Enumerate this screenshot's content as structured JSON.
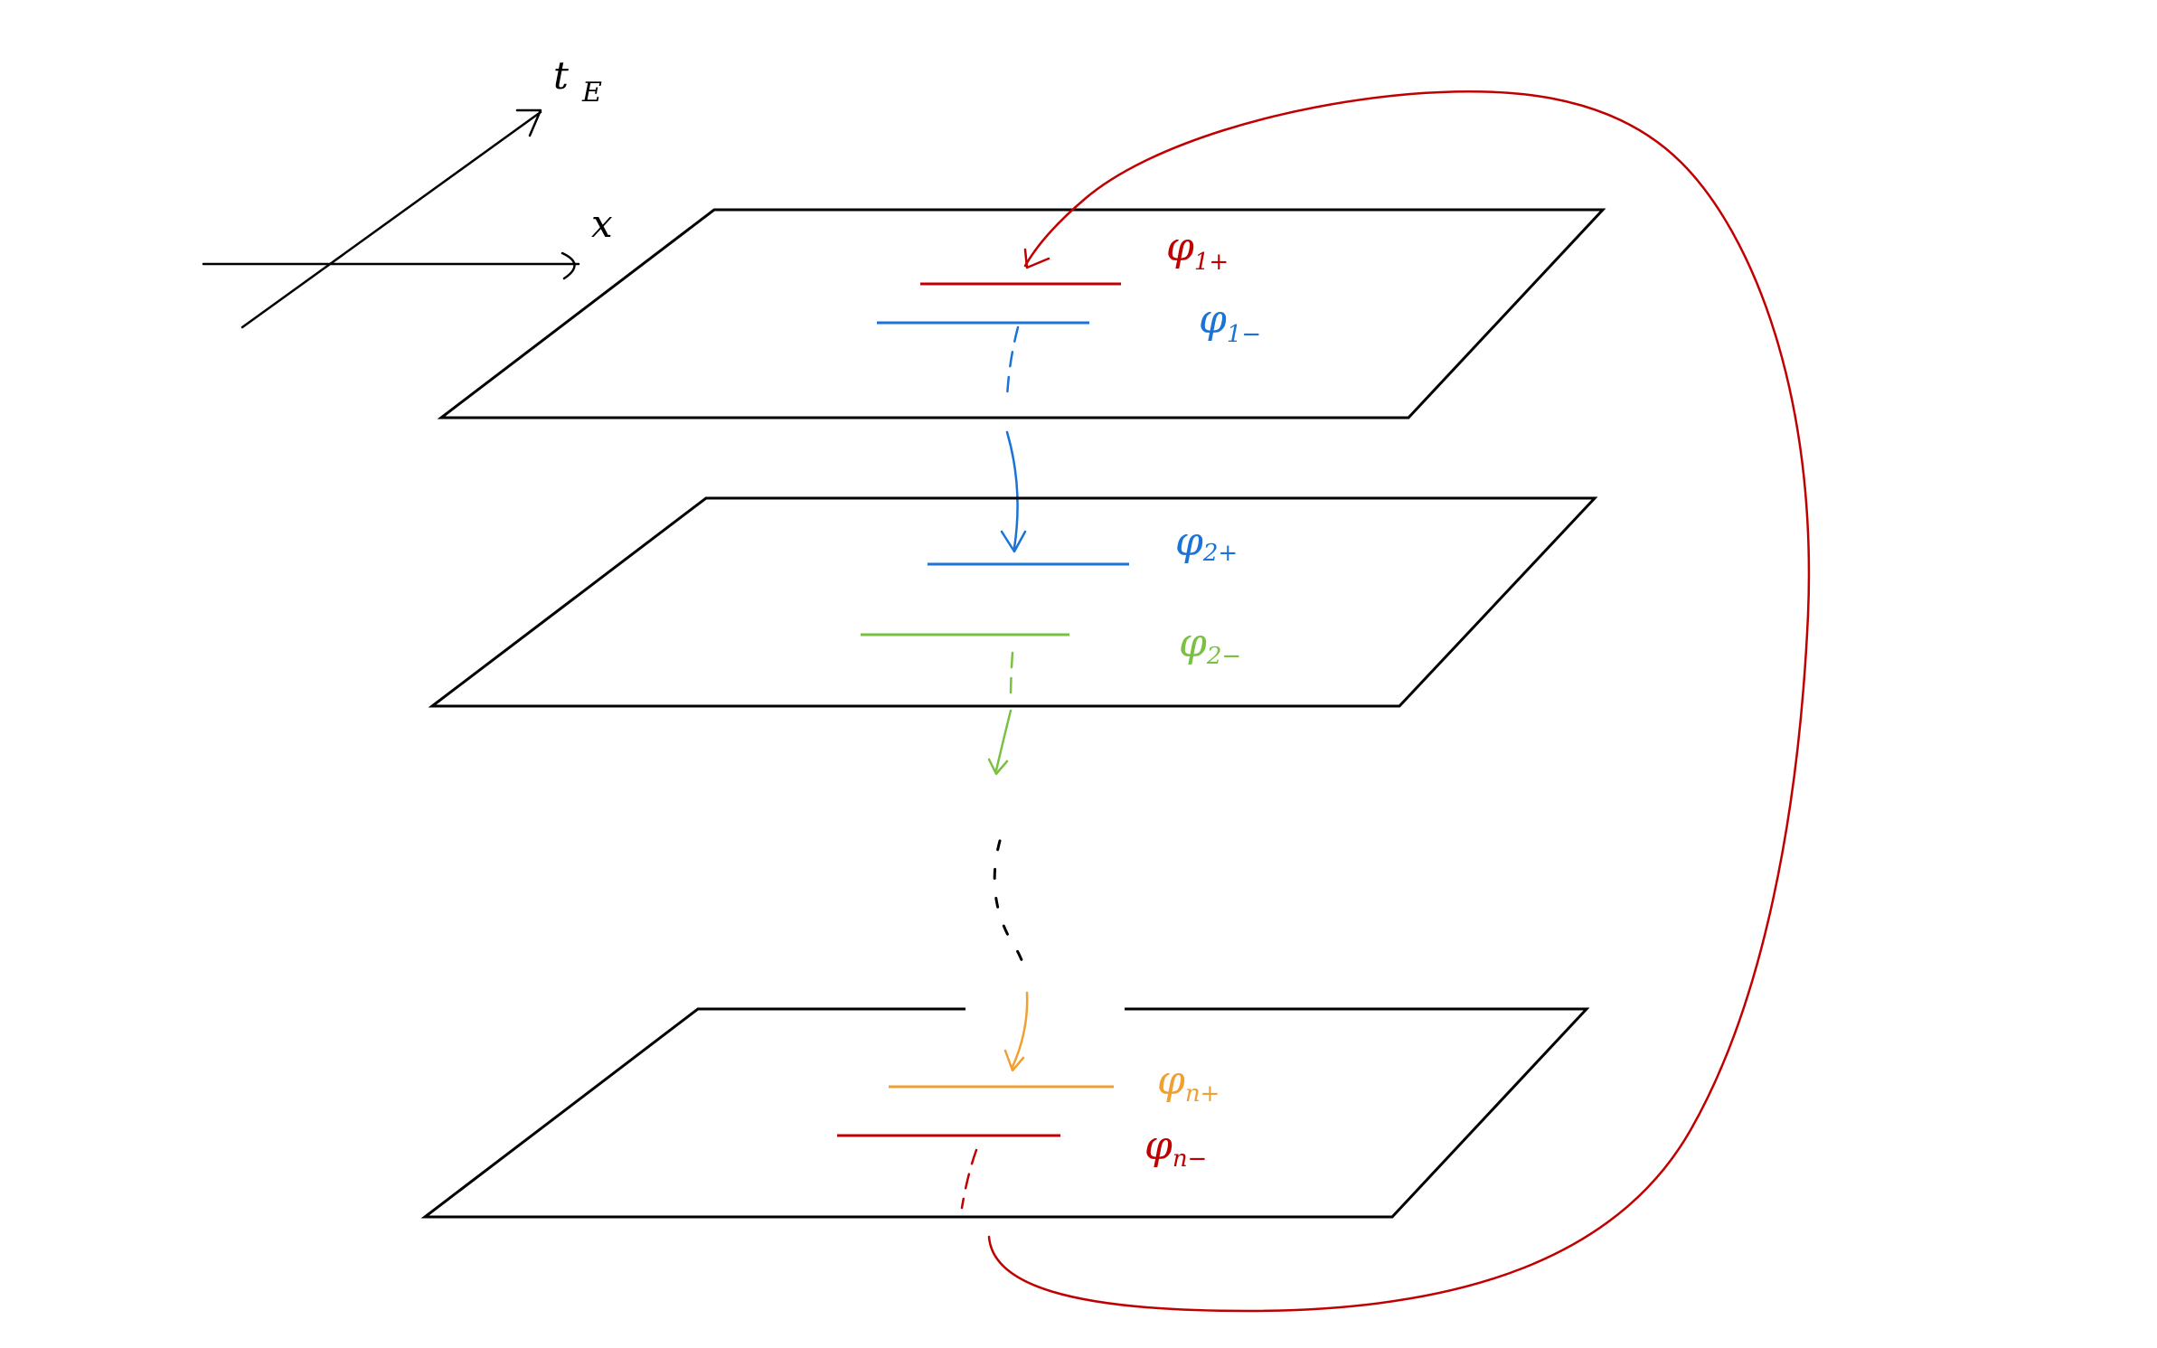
{
  "colors": {
    "ink": "#000000",
    "red": "#c00000",
    "blue": "#1a73d6",
    "green": "#7ac143",
    "orange": "#f0a030"
  },
  "axes": {
    "x_label": "x",
    "t_label": "t",
    "t_subscript": "E"
  },
  "sheets": {
    "top": {
      "upper_label": "φ",
      "upper_sub": "1+",
      "lower_label": "φ",
      "lower_sub": "1−"
    },
    "middle": {
      "upper_label": "φ",
      "upper_sub": "2+",
      "lower_label": "φ",
      "lower_sub": "2−"
    },
    "bottom": {
      "upper_label": "φ",
      "upper_sub": "n+",
      "lower_label": "φ",
      "lower_sub": "n−"
    }
  }
}
